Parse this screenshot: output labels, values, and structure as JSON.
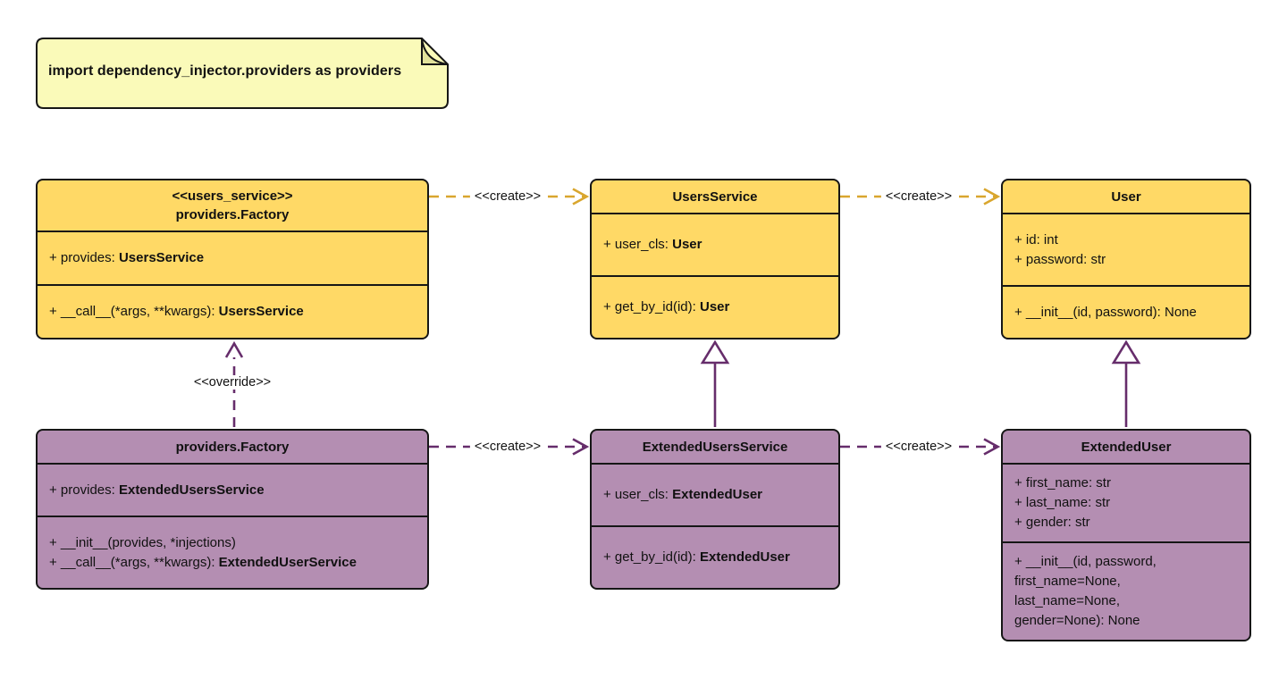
{
  "note": {
    "text": "import dependency_injector.providers as providers"
  },
  "classes": [
    {
      "stereotype": "<<users_service>>",
      "name": "providers.Factory",
      "attributes": [
        {
          "text": "+ provides: ",
          "type": "UsersService"
        }
      ],
      "methods": [
        {
          "text": "+ __call__(*args, **kwargs): ",
          "type": "UsersService"
        }
      ]
    },
    {
      "name": "UsersService",
      "attributes": [
        {
          "text": "+ user_cls: ",
          "type": "User"
        }
      ],
      "methods": [
        {
          "text": "+ get_by_id(id): ",
          "type": "User"
        }
      ]
    },
    {
      "name": "User",
      "attributes": [
        {
          "text": "+ id: int",
          "type": ""
        },
        {
          "text": "+ password: str",
          "type": ""
        }
      ],
      "methods": [
        {
          "text": "+ __init__(id, password): None",
          "type": ""
        }
      ]
    },
    {
      "name": "providers.Factory",
      "attributes": [
        {
          "text": "+ provides: ",
          "type": "ExtendedUsersService"
        }
      ],
      "methods": [
        {
          "text": "+ __init__(provides, *injections)",
          "type": ""
        },
        {
          "text": "+ __call__(*args, **kwargs): ",
          "type": "ExtendedUserService"
        }
      ]
    },
    {
      "name": "ExtendedUsersService",
      "attributes": [
        {
          "text": "+ user_cls: ",
          "type": "ExtendedUser"
        }
      ],
      "methods": [
        {
          "text": "+ get_by_id(id): ",
          "type": "ExtendedUser"
        }
      ]
    },
    {
      "name": "ExtendedUser",
      "attributes": [
        {
          "text": "+ first_name: str",
          "type": ""
        },
        {
          "text": "+ last_name: str",
          "type": ""
        },
        {
          "text": "+ gender: str",
          "type": ""
        }
      ],
      "methods": [
        {
          "text": "+ __init__(id, password,\nfirst_name=None,\nlast_name=None,\ngender=None): None",
          "type": ""
        }
      ]
    }
  ],
  "edges": {
    "create1": {
      "label": "<<create>>"
    },
    "create2": {
      "label": "<<create>>"
    },
    "create3": {
      "label": "<<create>>"
    },
    "create4": {
      "label": "<<create>>"
    },
    "override": {
      "label": "<<override>>"
    }
  },
  "colors": {
    "class_yellow": "#FFD966",
    "class_purple": "#B48EB2",
    "note_fill": "#FAFAB9",
    "note_fold": "#E2E29B",
    "gold_arrow": "#D9A62E",
    "purple_arrow": "#662D6B",
    "border": "#161616"
  }
}
